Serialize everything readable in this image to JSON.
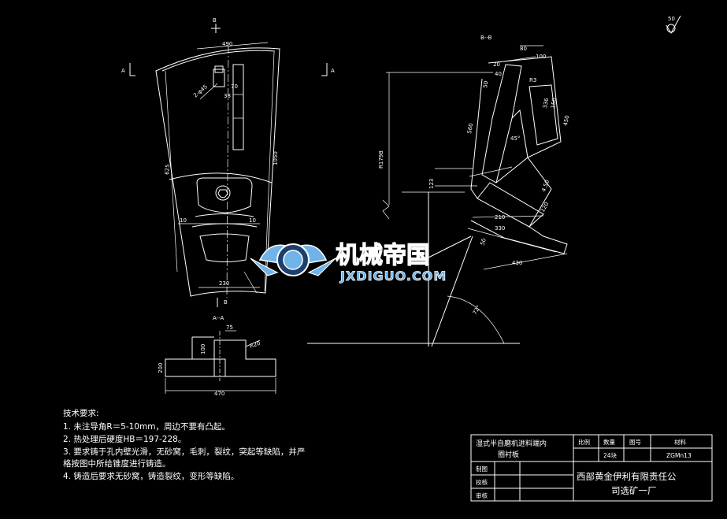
{
  "views": {
    "front": {
      "dims": [
        "490",
        "70",
        "38",
        "2-φ45",
        "1050",
        "625",
        "10",
        "10",
        "230"
      ],
      "section_marks": [
        "A",
        "A",
        "B",
        "B"
      ]
    },
    "section_bb": {
      "title": "B--B",
      "dims": [
        "80",
        "100",
        "20",
        "40",
        "50",
        "R3",
        "336",
        "150",
        "450",
        "560",
        "45°",
        "R1798",
        "123",
        "4.50",
        "120",
        "210",
        "330",
        "50",
        "430",
        "72°"
      ]
    },
    "section_aa": {
      "title": "A--A",
      "dims": [
        "75",
        "100",
        "R20",
        "200",
        "470"
      ]
    },
    "roughness": "50"
  },
  "tech_requirements": {
    "title": "技术要求:",
    "items": [
      "1. 未注导角R＝5-10mm，周边不要有凸起。",
      "2. 热处理后硬度HB＝197-228。",
      "3. 要求铸于孔内壁光滑，无砂窝，毛刺，裂纹，突起等缺陷，并严",
      "格按图中所给锥度进行铸造。",
      "4. 铸造后要求无砂窝，铸造裂纹，变形等缺陷。"
    ]
  },
  "title_block": {
    "part_name_line1": "湿式半自磨机进料端内",
    "part_name_line2": "圈衬板",
    "headers": [
      "比例",
      "数量",
      "图号",
      "材料"
    ],
    "quantity": "24块",
    "material": "ZGMn13",
    "rows": [
      "制图",
      "校核",
      "审核"
    ],
    "company_line1": "西部黄金伊利有限责任公",
    "company_line2": "司选矿一厂"
  },
  "watermark": {
    "cn": "机械帝国",
    "en": "JXDIGUO.COM",
    "colors": {
      "fill": "#6fb3e8",
      "outline": "#ffffff",
      "dark": "#1d3f6e"
    }
  }
}
